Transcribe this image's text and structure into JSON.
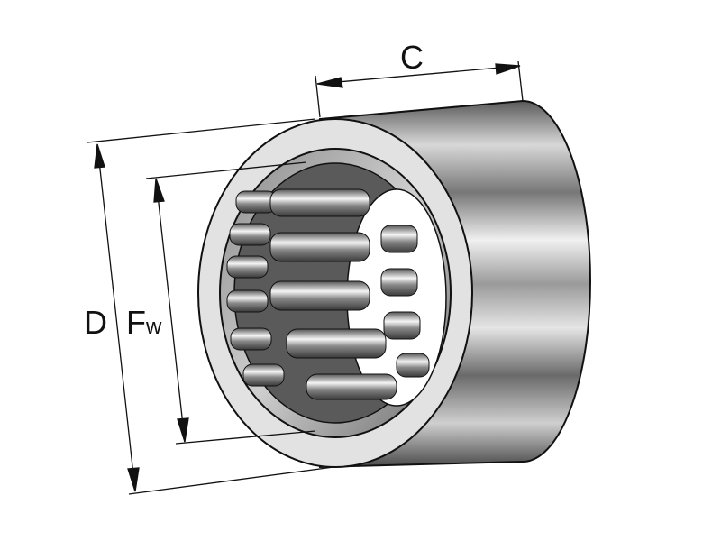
{
  "diagram": {
    "subject": "Drawn cup needle roller bearing",
    "labels": {
      "width": "C",
      "outer_diameter": "D",
      "inner_enveloping_circle": "F",
      "inner_enveloping_circle_sub": "w"
    },
    "colors": {
      "outline": "#111111",
      "shell_light": "#e8e8e8",
      "shell_mid": "#9a9a9a",
      "shell_dark": "#4a4a4a",
      "ring_face": "#dcdcdc"
    }
  }
}
